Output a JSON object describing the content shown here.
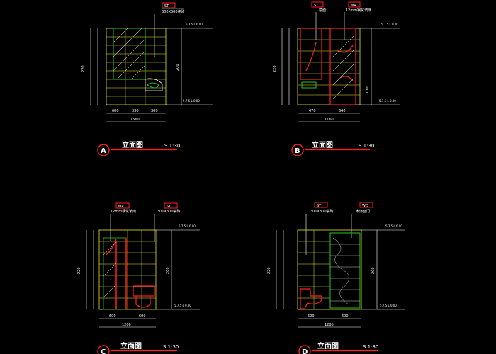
{
  "sheet": {
    "colors": {
      "background": "#000000",
      "line": "#ffffff",
      "grid": "#e8e82a",
      "accent": "#ff2020",
      "green": "#27c427"
    }
  },
  "panels": [
    {
      "id": "A",
      "letter": "A",
      "title": "立面图",
      "scale": "S 1:30",
      "tags": [
        {
          "code": "ST",
          "text": "300X300瓷砖"
        }
      ],
      "dims_bottom": [
        "600",
        "330",
        "300"
      ],
      "total": "1560",
      "left_total": "220",
      "right_dim": "200",
      "level_top": "5.7.5 L 0.00",
      "level_bottom": "5.7.5 L 0.00"
    },
    {
      "id": "B",
      "letter": "B",
      "title": "立面图",
      "scale": "S 1:30",
      "tags": [
        {
          "code": "ST",
          "text": "镜面"
        },
        {
          "code": "MR",
          "text": "12mm钢化玻璃"
        }
      ],
      "dims_bottom": [
        "470",
        "640"
      ],
      "total": "1160",
      "left_total": "220",
      "right_dim": "100",
      "level_top": "5.7.5 L 0.00",
      "level_bottom": "5.7.5 L 0.00"
    },
    {
      "id": "C",
      "letter": "C",
      "title": "立面图",
      "scale": "S 1:30",
      "tags": [
        {
          "code": "MR",
          "text": "12mm钢化玻璃"
        },
        {
          "code": "ST",
          "text": "300X300瓷砖"
        }
      ],
      "dims_bottom": [
        "600",
        "600"
      ],
      "total": "1200",
      "left_total": "220",
      "right_dim": "200",
      "level_top": "5.7.5 L 0.00",
      "level_bottom": "5.7.5 L 0.00"
    },
    {
      "id": "D",
      "letter": "D",
      "title": "立面图",
      "scale": "S 1:30",
      "tags": [
        {
          "code": "ST",
          "text": "300X300瓷砖"
        },
        {
          "code": "WD",
          "text": "木饰面门"
        }
      ],
      "dims_bottom": [
        "600",
        "600"
      ],
      "total": "1200",
      "left_total": "220",
      "right_dim": "200",
      "level_top": "5.7.5 L 0.00",
      "level_bottom": "5.7.5 L 0.00"
    }
  ]
}
